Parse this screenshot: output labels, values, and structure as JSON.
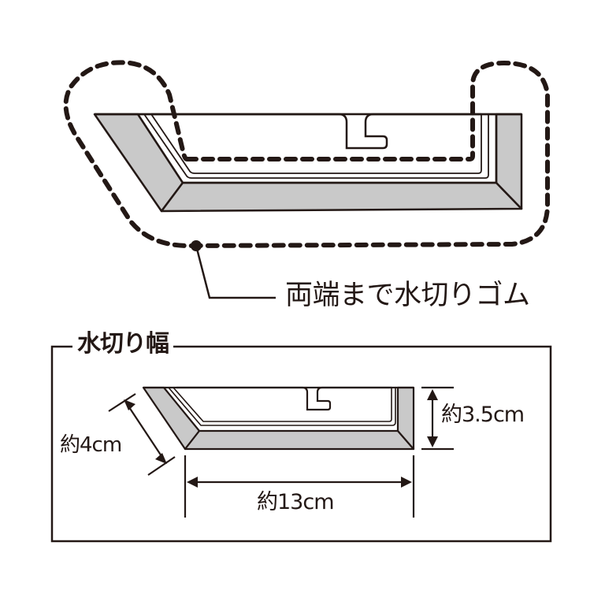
{
  "top_diagram": {
    "callout_label": "両端まで水切りゴム",
    "callout_target": "water-draining-rubber-both-ends"
  },
  "bottom_section": {
    "title": "水切り幅",
    "dimensions": {
      "depth": "約4cm",
      "height": "約3.5cm",
      "width": "約13cm"
    }
  },
  "colors": {
    "line": "#231815",
    "fill_gray": "#c9c9c9",
    "background": "#ffffff"
  }
}
